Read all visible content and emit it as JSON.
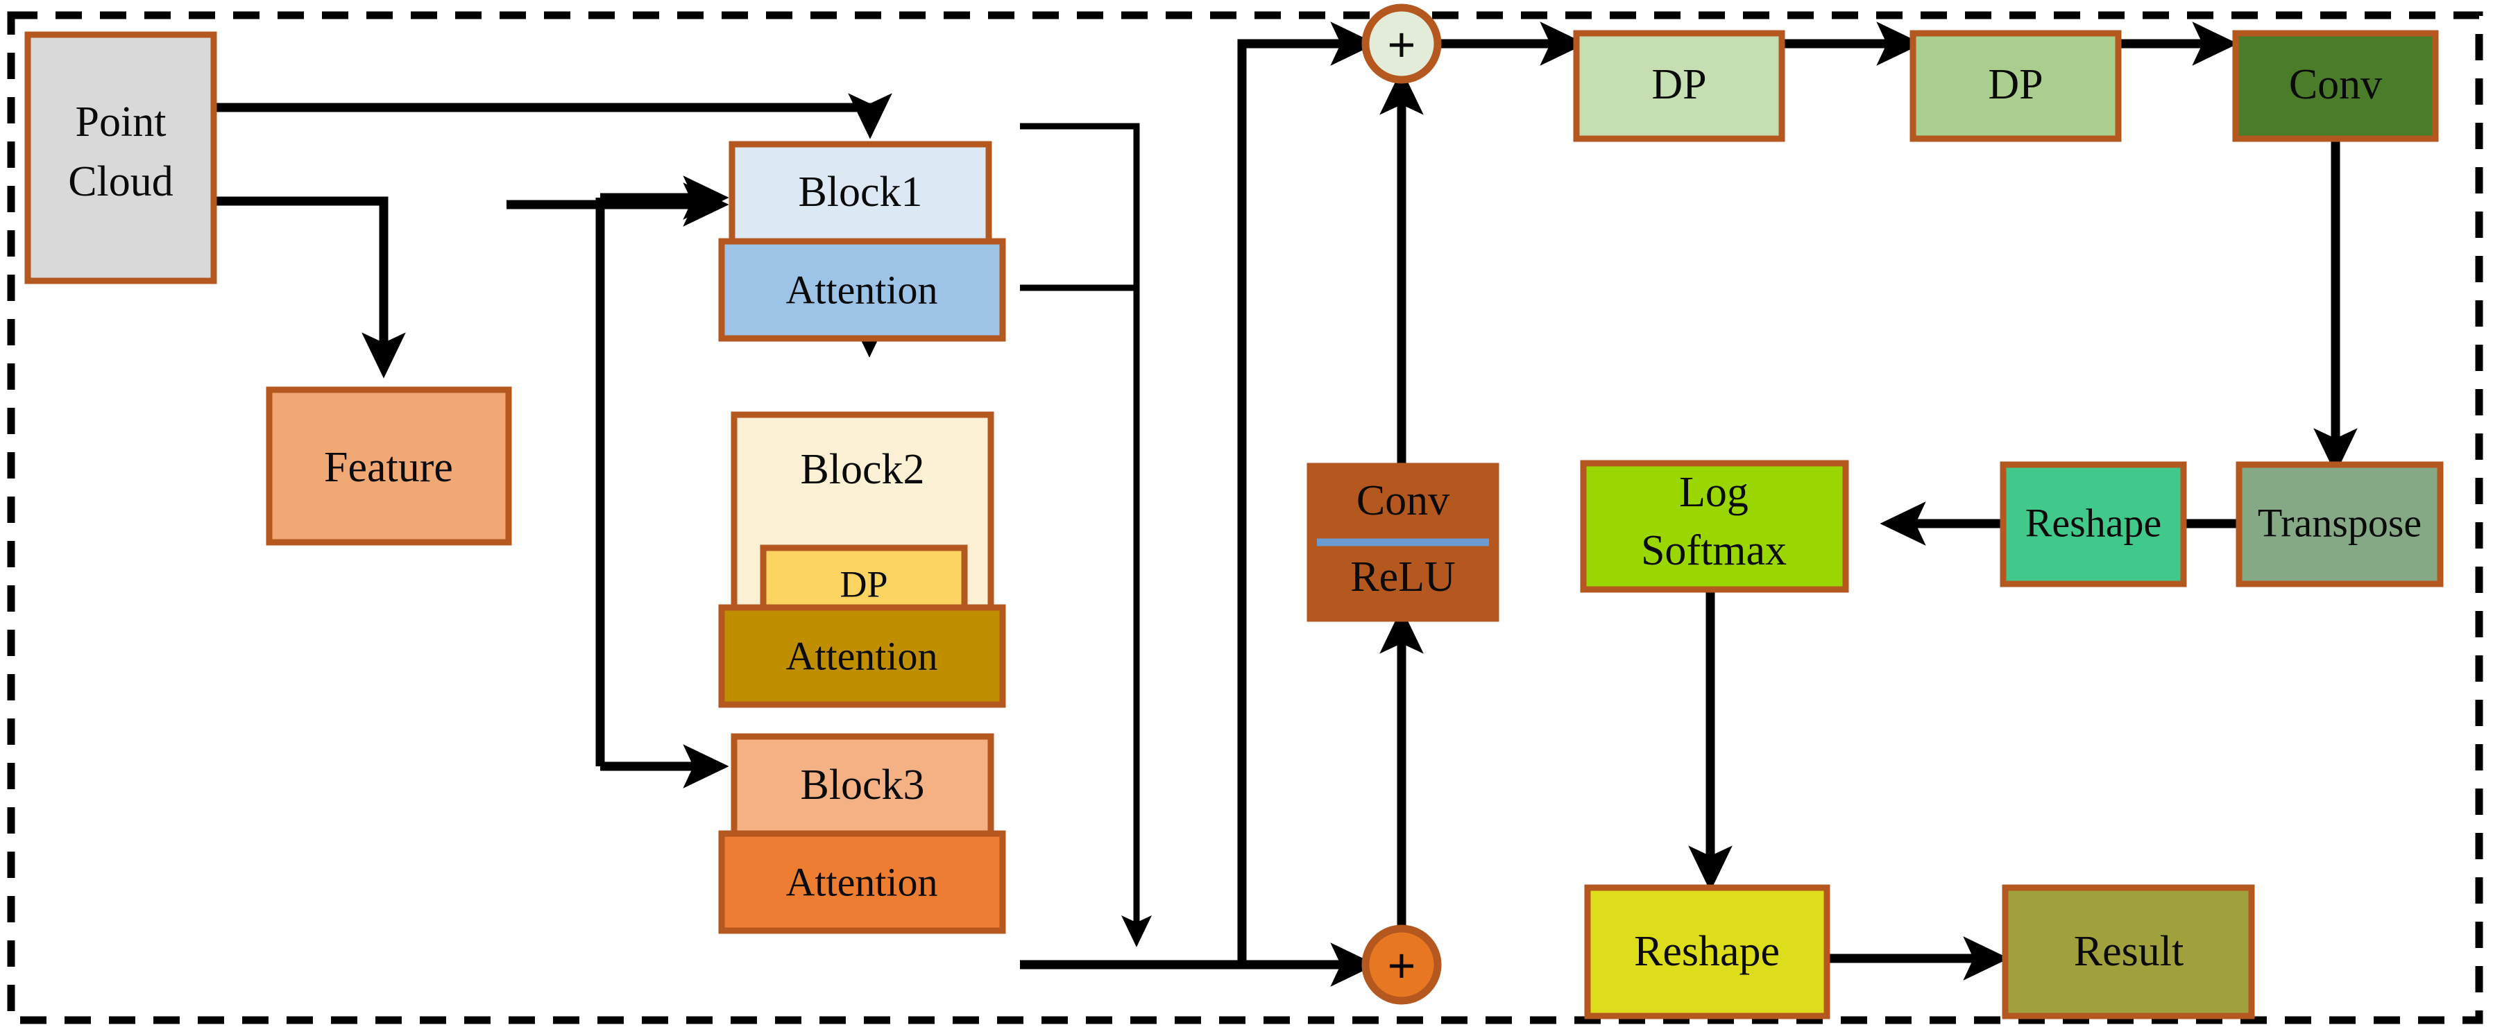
{
  "figure": {
    "title": "Point cloud segmentation network architecture block diagram",
    "border_style": "dashed",
    "border_color": "#000000",
    "background": "#ffffff",
    "node_border_color": "#b5581f",
    "edge_color": "#000000"
  },
  "nodes": {
    "point_cloud": {
      "label": "Point Cloud",
      "line1": "Point",
      "line2": "Cloud",
      "fill": "#d9d9d9",
      "border": "#b5581f"
    },
    "feature": {
      "label": "Feature",
      "fill": "#f0a875",
      "border": "#b5581f"
    },
    "block1": {
      "label": "Block1",
      "fill": "#dce9f5",
      "border": "#b5581f"
    },
    "attention1": {
      "label": "Attention",
      "fill": "#9dc3e6",
      "border": "#b5581f"
    },
    "block2": {
      "label": "Block2",
      "fill": "#fdf1d5",
      "border": "#b5581f"
    },
    "dp_inner": {
      "label": "DP",
      "fill": "#fcd462",
      "border": "#b5581f"
    },
    "attention2": {
      "label": "Attention",
      "fill": "#bf8f00",
      "border": "#b5581f"
    },
    "block3": {
      "label": "Block3",
      "fill": "#f4b183",
      "border": "#b5581f"
    },
    "attention3": {
      "label": "Attention",
      "fill": "#ed7d31",
      "border": "#b5581f"
    },
    "add_top": {
      "label": "+",
      "fill": "#e2ecd8",
      "border": "#b5581f"
    },
    "add_bottom": {
      "label": "+",
      "fill": "#e87722",
      "border": "#b5581f"
    },
    "conv_relu": {
      "line1": "Conv",
      "line2": "ReLU",
      "label": "Conv ReLU",
      "fill": "#b5581f",
      "border": "#b5581f",
      "divider_color": "#6a9bd1"
    },
    "dp1": {
      "label": "DP",
      "fill": "#c5dfb3",
      "border": "#b5581f"
    },
    "dp2": {
      "label": "DP",
      "fill": "#a9ce8e",
      "border": "#b5581f"
    },
    "conv": {
      "label": "Conv",
      "fill": "#4a7c29",
      "border": "#b5581f"
    },
    "transpose": {
      "label": "Transpose",
      "fill": "#85a885",
      "border": "#b5581f"
    },
    "reshape_top": {
      "label": "Reshape",
      "fill": "#40c98a",
      "border": "#b5581f"
    },
    "log_softmax": {
      "label": "Log Softmax",
      "line1": "Log",
      "line2": "Softmax",
      "fill": "#9ad600",
      "border": "#b5581f"
    },
    "reshape_bottom": {
      "label": "Reshape",
      "fill": "#dddd1c",
      "border": "#b5581f"
    },
    "result": {
      "label": "Result",
      "fill": "#a0a03c",
      "border": "#b5581f"
    }
  },
  "edges": [
    {
      "from": "point_cloud",
      "to": "block1",
      "kind": "arrow"
    },
    {
      "from": "point_cloud",
      "to": "feature",
      "kind": "arrow"
    },
    {
      "from": "feature",
      "to": "block1",
      "kind": "arrow"
    },
    {
      "from": "feature",
      "to": "block2",
      "kind": "arrow"
    },
    {
      "from": "feature",
      "to": "block3",
      "kind": "arrow"
    },
    {
      "from": "attention1",
      "to": "block2",
      "kind": "arrow"
    },
    {
      "from": "attention2",
      "to": "block3",
      "kind": "arrow"
    },
    {
      "from": "attention1",
      "to": "add_bottom",
      "kind": "arrow"
    },
    {
      "from": "attention2",
      "to": "add_bottom",
      "kind": "arrow"
    },
    {
      "from": "attention3",
      "to": "add_bottom",
      "kind": "arrow"
    },
    {
      "from": "add_bottom",
      "to": "conv_relu",
      "kind": "arrow"
    },
    {
      "from": "add_bottom",
      "to": "add_top",
      "kind": "arrow"
    },
    {
      "from": "conv_relu",
      "to": "add_top",
      "kind": "arrow"
    },
    {
      "from": "add_top",
      "to": "dp1",
      "kind": "arrow"
    },
    {
      "from": "dp1",
      "to": "dp2",
      "kind": "arrow"
    },
    {
      "from": "dp2",
      "to": "conv",
      "kind": "arrow"
    },
    {
      "from": "conv",
      "to": "transpose",
      "kind": "arrow"
    },
    {
      "from": "transpose",
      "to": "reshape_top",
      "kind": "arrow"
    },
    {
      "from": "reshape_top",
      "to": "log_softmax",
      "kind": "arrow"
    },
    {
      "from": "log_softmax",
      "to": "reshape_bottom",
      "kind": "arrow"
    },
    {
      "from": "reshape_bottom",
      "to": "result",
      "kind": "arrow"
    }
  ]
}
